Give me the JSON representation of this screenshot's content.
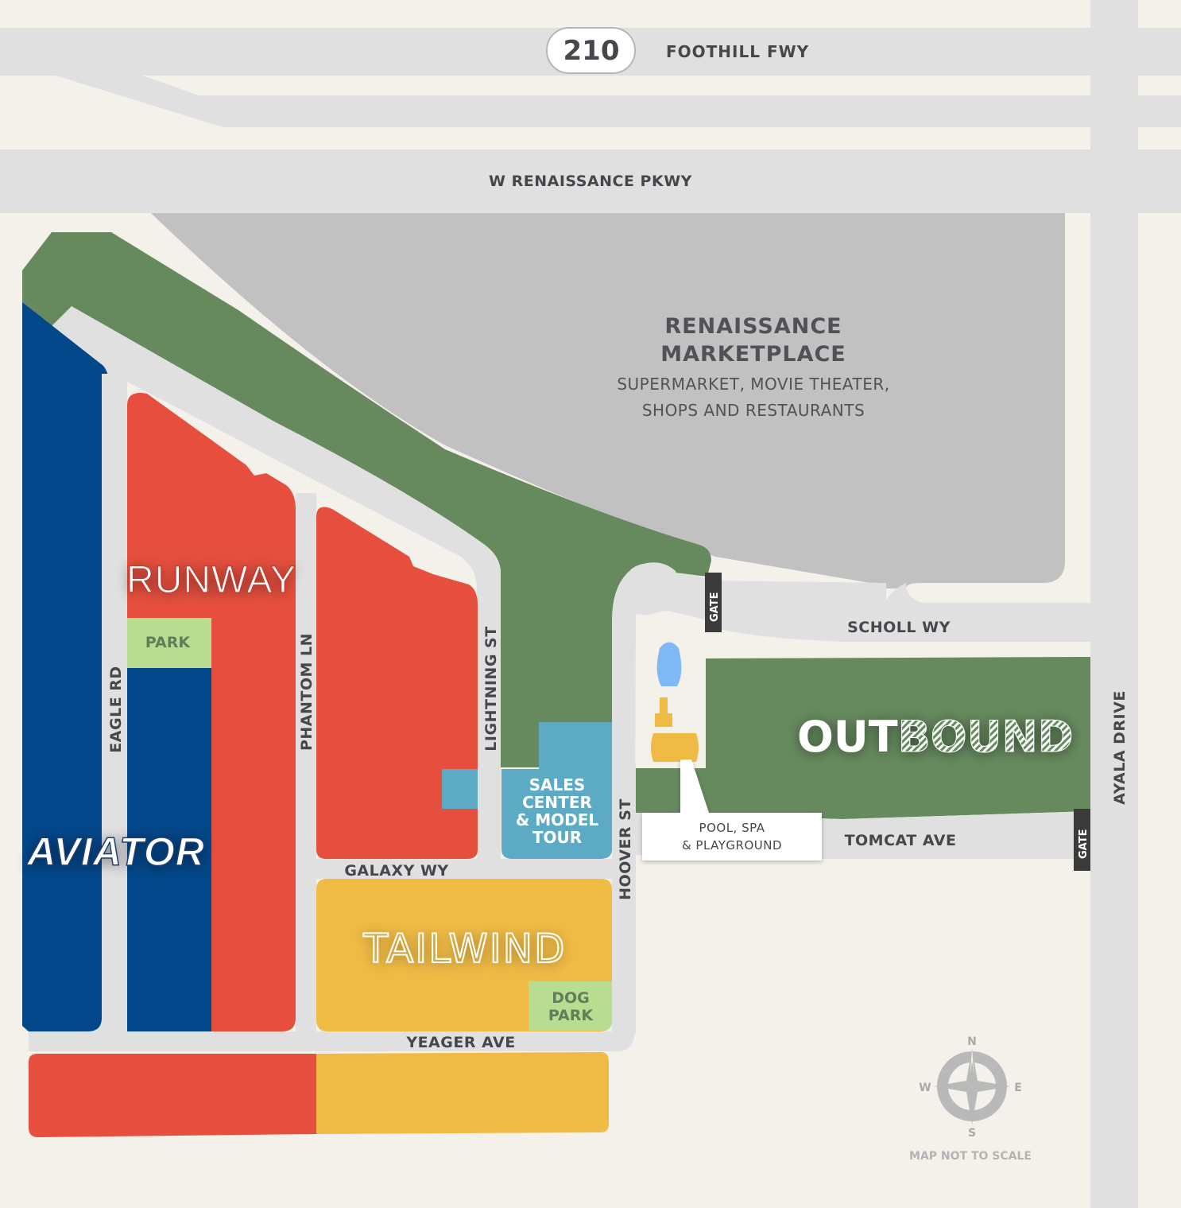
{
  "map": {
    "colors": {
      "background": "#f4f1eb",
      "road": "#e0e0e0",
      "marketplace": "#c1c1c1",
      "green_space": "#668a5e",
      "aviator": "#02478a",
      "runway": "#e64f3e",
      "tailwind": "#f0bb45",
      "park": "#b8dd90",
      "sales_center": "#5caac4",
      "pool": "#7fb8f5",
      "gate": "#3b3b3b",
      "text": "#45474d"
    },
    "highway": {
      "shield_number": "210",
      "name": "FOOTHILL FWY"
    },
    "roads": {
      "renaissance_pkwy": "W RENAISSANCE PKWY",
      "scholl_wy": "SCHOLL WY",
      "tomcat_ave": "TOMCAT AVE",
      "ayala_drive": "AYALA DRIVE",
      "hoover_st": "HOOVER ST",
      "lightning_st": "LIGHTNING ST",
      "phantom_ln": "PHANTOM LN",
      "eagle_rd": "EAGLE RD",
      "galaxy_wy": "GALAXY WY",
      "yeager_ave": "YEAGER AVE"
    },
    "marketplace": {
      "title_line1": "RENAISSANCE",
      "title_line2": "MARKETPLACE",
      "sub_line1": "SUPERMARKET, MOVIE THEATER,",
      "sub_line2": "SHOPS AND RESTAURANTS"
    },
    "neighborhoods": {
      "runway": "RUNWAY",
      "aviator": "AVIATOR",
      "tailwind": "TAILWIND",
      "outbound_part1": "OUT",
      "outbound_part2": "BOUND"
    },
    "amenities": {
      "park": "PARK",
      "dog_park_line1": "DOG",
      "dog_park_line2": "PARK",
      "sales_line1": "SALES",
      "sales_line2": "CENTER",
      "sales_line3": "& MODEL",
      "sales_line4": "TOUR",
      "pool_line1": "POOL, SPA",
      "pool_line2": "& PLAYGROUND"
    },
    "gates": {
      "north_gate": "GATE",
      "east_gate": "GATE"
    },
    "compass": {
      "n": "N",
      "e": "E",
      "s": "S",
      "w": "W"
    },
    "note": "MAP NOT TO SCALE"
  }
}
